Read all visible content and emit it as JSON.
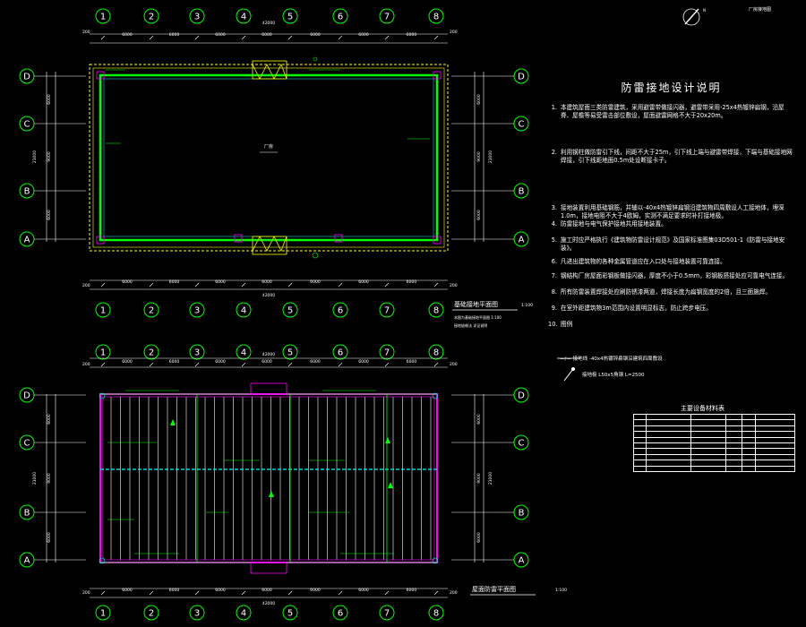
{
  "header": {
    "corner_label": "厂房接地图"
  },
  "axes": {
    "columns": [
      "1",
      "2",
      "3",
      "4",
      "5",
      "6",
      "7",
      "8"
    ],
    "rows": [
      "D",
      "C",
      "B",
      "A"
    ]
  },
  "plan_top": {
    "title": "基础接地平面图",
    "scale": "1:100",
    "room_label": "厂房",
    "total_dim": "42000",
    "bays": [
      "6000",
      "6000",
      "6000",
      "6000",
      "6000",
      "6000",
      "6000"
    ],
    "edge_dim": "200",
    "side_total": "21000",
    "side_bays": [
      "6000",
      "9000",
      "6000"
    ],
    "legend_lines": [
      "本图为基础接地平面图 1:100",
      "接地极做法 详见说明"
    ]
  },
  "plan_bottom": {
    "title": "屋面防雷平面图",
    "scale": "1:100",
    "total_dim": "42000",
    "bays": [
      "6000",
      "6000",
      "6000",
      "6000",
      "6000",
      "6000",
      "6000"
    ],
    "edge_dim": "200",
    "side_total": "21000",
    "side_bays": [
      "6000",
      "9000",
      "6000"
    ]
  },
  "notes": {
    "title": "防雷接地设计说明",
    "items": [
      {
        "n": "1.",
        "text": "本建筑屋面三类防雷建筑，采用避雷带做接闪器，避雷带采用-25x4热镀锌扁钢，沿屋脊、屋檐等易受雷击部位敷设，屋面避雷网格不大于20x20m。"
      },
      {
        "n": "2.",
        "text": "利用钢柱做防雷引下线，间距不大于25m，引下线上端与避雷带焊接，下端与基础接地网焊接，引下线距地面0.5m处设断接卡子。"
      },
      {
        "n": "3.",
        "text": "接地装置利用基础钢筋，并辅以-40x4热镀锌扁钢沿建筑物四周敷设人工接地体，埋深1.0m，接地电阻不大于4欧姆，实测不满足要求时补打接地极。"
      },
      {
        "n": "4.",
        "text": "防雷接地与电气保护接地共用接地装置。"
      },
      {
        "n": "5.",
        "text": "施工时应严格执行《建筑物防雷设计规范》及国家标准图集03D501-1《防雷与接地安装》。"
      },
      {
        "n": "6.",
        "text": "凡进出建筑物的各种金属管道应在入口处与接地装置可靠连接。"
      },
      {
        "n": "7.",
        "text": "钢结构厂房屋面彩钢板做接闪器，厚度不小于0.5mm，彩钢板搭接处应可靠电气连接。"
      },
      {
        "n": "8.",
        "text": "所有防雷装置焊接处应刷防锈漆两道，焊接长度为扁钢宽度的2倍，且三面施焊。"
      },
      {
        "n": "9.",
        "text": "在室外距建筑物3m范围内设置明显标志，防止跨步电压。"
      },
      {
        "n": "10.",
        "text": "图例"
      }
    ],
    "legend_a": "—/— 接地线 -40x4热镀锌扁钢沿建筑四周敷设",
    "legend_b": "接地极 L50x5角钢 L=2500"
  },
  "material_table": {
    "title": "主要设备材料表"
  },
  "colors": {
    "background": "#000000",
    "axis": "#00ff00",
    "wall_green": "#00ff00",
    "yellow": "#ffff00",
    "magenta": "#ff00ff",
    "cyan": "#00ffff",
    "white": "#ffffff"
  }
}
